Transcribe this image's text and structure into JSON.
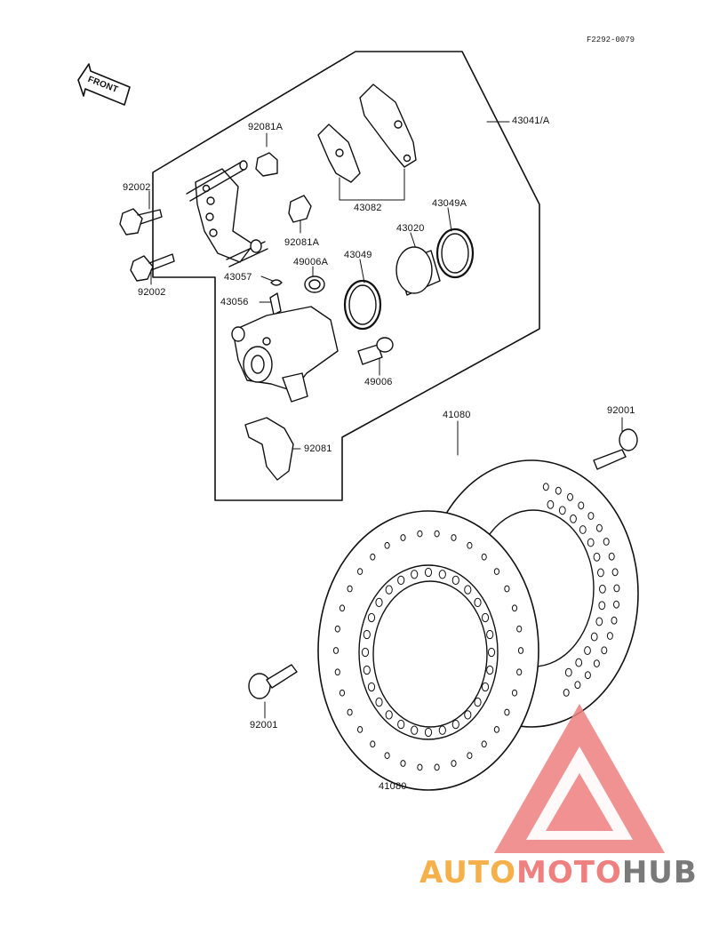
{
  "diagram_code": "F2292-0079",
  "front_label": "FRONT",
  "labels": {
    "l43041": "43041/A",
    "l92081A_top": "92081A",
    "l92002_top": "92002",
    "l43082": "43082",
    "l43049A": "43049A",
    "l43020": "43020",
    "l92081A_mid": "92081A",
    "l49006A": "49006A",
    "l43049": "43049",
    "l43057": "43057",
    "l92002_bot": "92002",
    "l43056": "43056",
    "l49006": "49006",
    "l92081": "92081",
    "l41080_top": "41080",
    "l92001_right": "92001",
    "l92001_left": "92001",
    "l41080_bot": "41080"
  },
  "watermark": {
    "part1": "AUTO",
    "part2": "MOTO",
    "part3": "HUB",
    "colors": {
      "auto": "#f5b04a",
      "moto": "#ef8080",
      "hub": "#7a7a7a",
      "triangle": "#ef7f7f"
    }
  }
}
